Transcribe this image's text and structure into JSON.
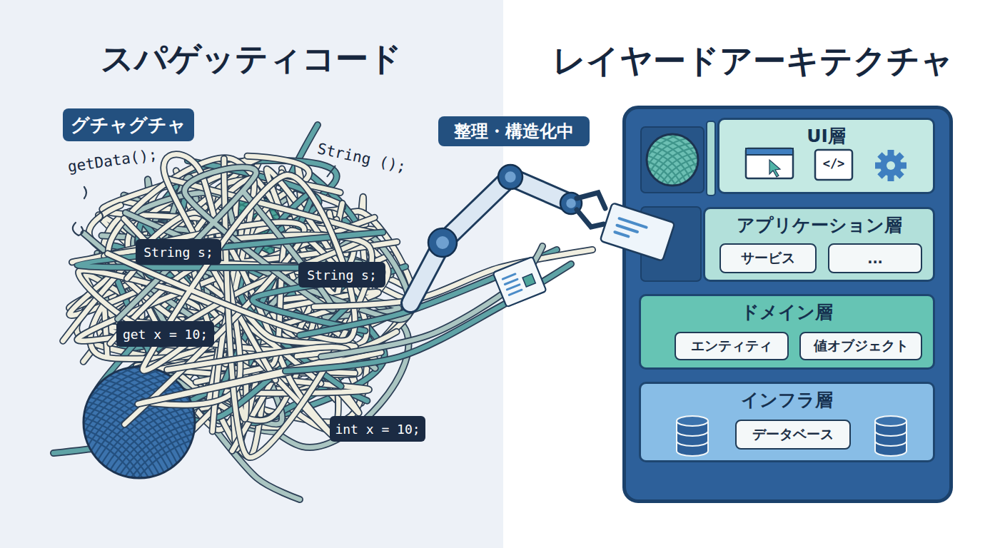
{
  "diagram": {
    "nodes": [
      {
        "text": [
          "グチャグチャ"
        ]
      },
      {
        "text": [
          "整理・構造化中"
        ]
      },
      {
        "text": [
          "String s;"
        ]
      },
      {
        "text": [
          "String s;"
        ]
      },
      {
        "text": [
          "get x = 10;"
        ]
      },
      {
        "text": [
          "int x = 10;"
        ]
      },
      {
        "text": [
          "レイヤードアーキテクチャ"
        ]
      },
      {
        "text": [
          "UI層"
        ],
        "in": 6
      },
      {
        "text": [
          "アプリケーション層"
        ],
        "in": 6
      },
      {
        "text": [
          "サービス"
        ],
        "in": 8
      },
      {
        "text": [
          "..."
        ],
        "in": 8
      },
      {
        "text": [
          "ドメイン層"
        ],
        "in": 6
      },
      {
        "text": [
          "エンティティ"
        ],
        "in": 11
      },
      {
        "text": [
          "値オブジェクト"
        ],
        "in": 11
      },
      {
        "text": [
          "インフラ層"
        ],
        "in": 6
      },
      {
        "text": [
          "データベース"
        ],
        "in": 14
      }
    ],
    "labels": [
      "スパゲッティコード",
      "getData();",
      "String ();",
      "</>"
    ]
  }
}
